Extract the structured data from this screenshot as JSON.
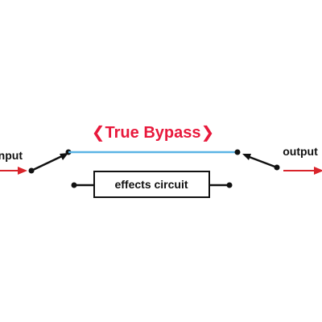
{
  "diagram": {
    "title": "❮True Bypass❯",
    "input_label": "input",
    "output_label": "output",
    "box_label": "effects circuit",
    "colors": {
      "accent": "#e8193c",
      "bypass_line": "#5bb4e5",
      "wire": "#111111",
      "arrow": "#d9242b"
    }
  }
}
